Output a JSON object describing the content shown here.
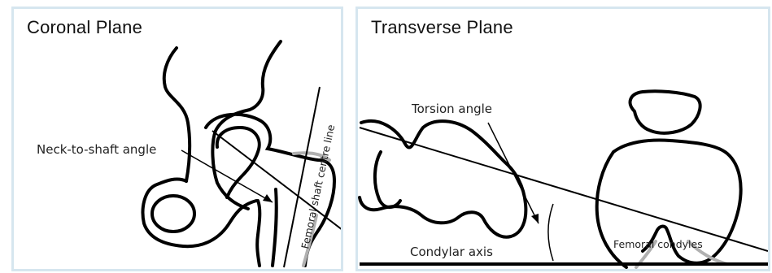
{
  "coronal": {
    "title": "Coronal Plane",
    "neck_label": "Neck-to-shaft angle",
    "shaft_label": "Femoral shaft centre line"
  },
  "transverse": {
    "title": "Transverse Plane",
    "torsion_label": "Torsion angle",
    "axis_label": "Condylar axis",
    "condyles_label": "Femoral condyles"
  },
  "colors": {
    "panel_border": "#d6e6ef",
    "outline": "#000000",
    "highlight": "#b0b0b0"
  }
}
